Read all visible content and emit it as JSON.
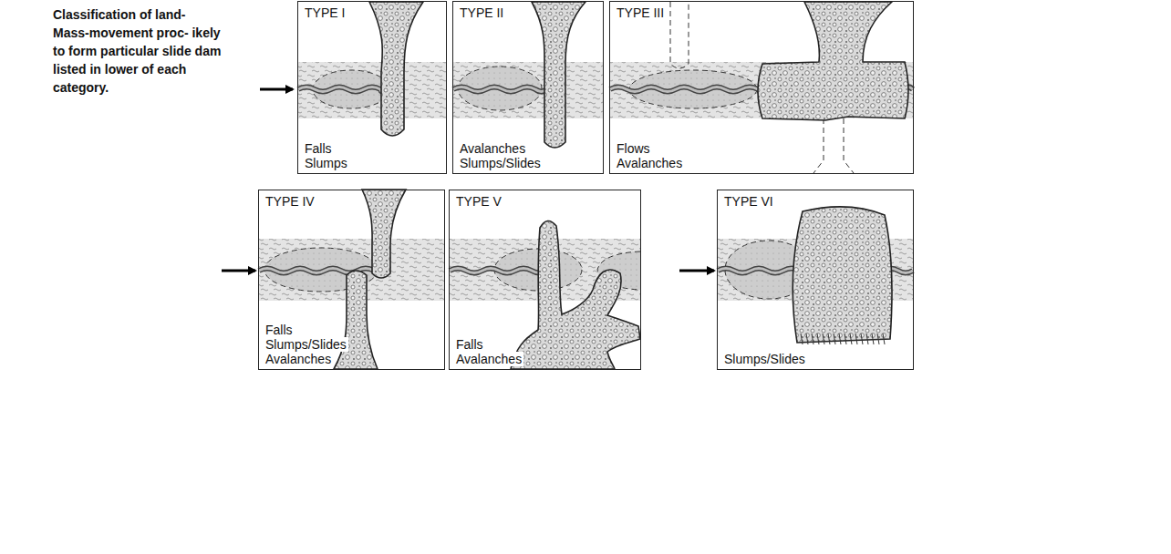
{
  "diagram": {
    "caption": "Classification of land- Mass-movement proc- ikely to form particular slide dam listed in lower of each category.",
    "nodes": [
      {
        "text": [
          "TYPE I",
          "Falls",
          "Slumps"
        ]
      },
      {
        "text": [
          "TYPE II",
          "Avalanches",
          "Slumps/Slides"
        ]
      },
      {
        "text": [
          "TYPE III",
          "Flows",
          "Avalanches"
        ]
      },
      {
        "text": [
          "TYPE IV",
          "Falls",
          "Slumps/Slides",
          "Avalanches"
        ]
      },
      {
        "text": [
          "TYPE V",
          "Falls",
          "Avalanches"
        ]
      },
      {
        "text": [
          "TYPE VI",
          "Slumps/Slides"
        ]
      }
    ]
  }
}
